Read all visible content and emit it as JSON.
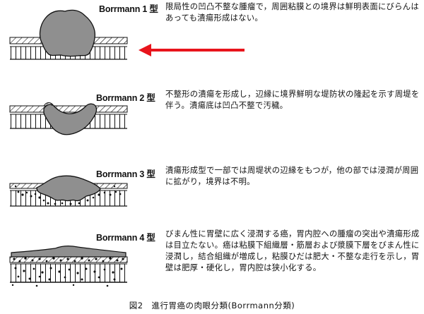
{
  "panels": [
    {
      "label": "Borrmann 1 型",
      "description": "限局性の凹凸不整な腫瘤で，周囲粘膜との境界は鮮明表面にびらんはあっても潰瘍形成はない。"
    },
    {
      "label": "Borrmann 2 型",
      "description": "不整形の潰瘍を形成し，辺縁に境界鮮明な堤防状の隆起を示す周堤を伴う。潰瘍底は凹凸不整で汚穢。"
    },
    {
      "label": "Borrmann 3 型",
      "description": "潰瘍形成型で一部では周堤状の辺縁をもつが，他の部では浸潤が周囲に拡がり，境界は不明。"
    },
    {
      "label": "Borrmann 4 型",
      "description": "びまん性に胃壁に広く浸潤する癌，胃内腔への腫瘤の突出や潰瘍形成は目立たない。癌は粘膜下組織層・筋層および漿膜下層をびまん性に浸潤し，結合組織が増成し，粘膜ひだは肥大・不整な走行を示し，胃壁は肥厚・硬化し，胃内腔は狭小化する。"
    }
  ],
  "caption": "図2　進行胃癌の肉眼分類(Borrmann分類)",
  "colors": {
    "tumor": "#8f8f8f",
    "arrow": "#e8141c",
    "line": "#111111"
  }
}
